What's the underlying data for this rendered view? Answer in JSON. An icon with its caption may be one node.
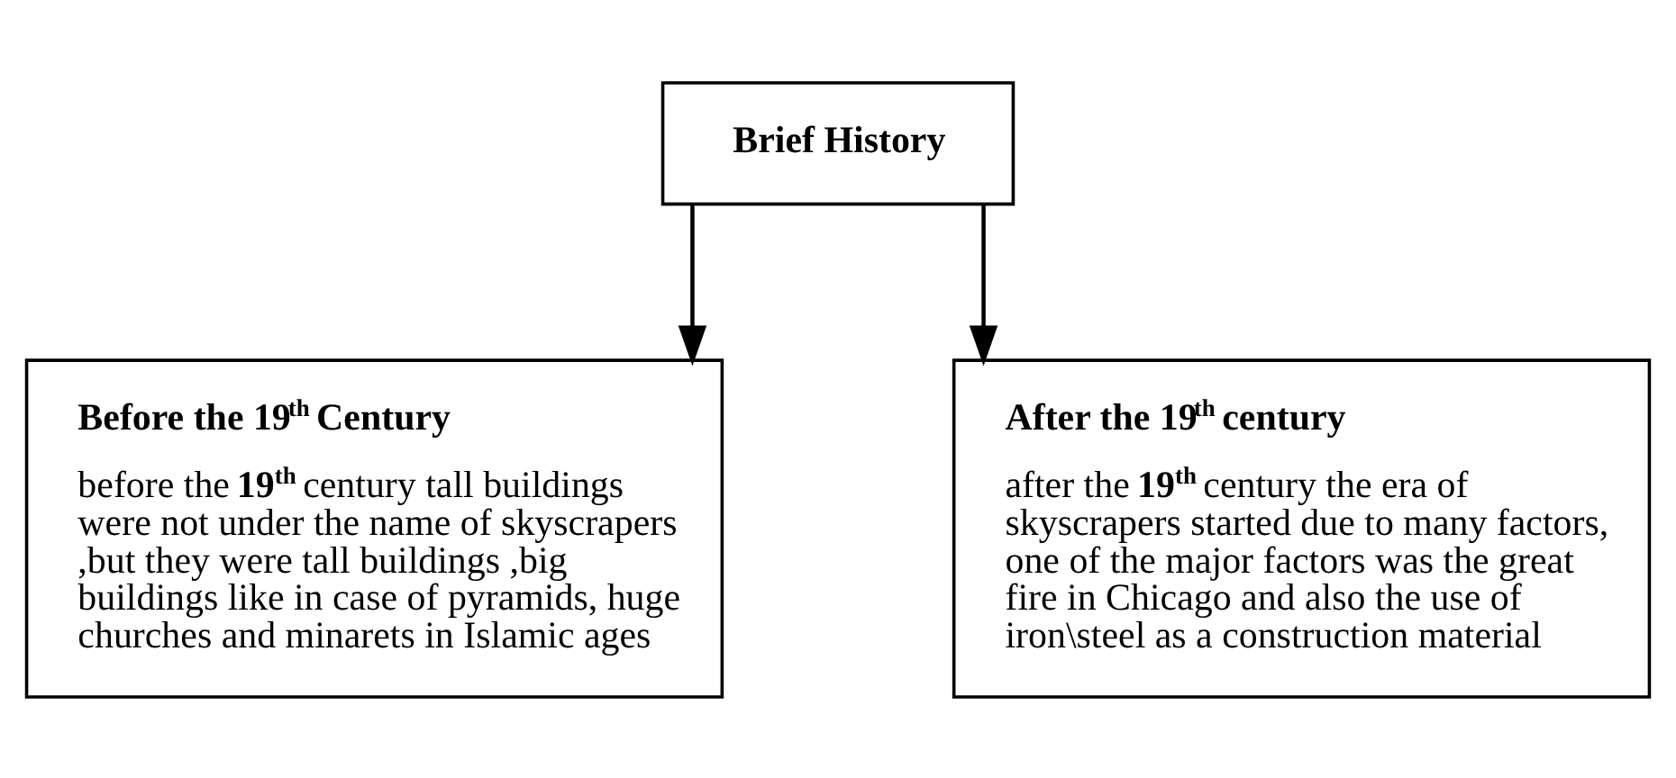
{
  "diagram": {
    "nodes": [
      {
        "text": [
          "Brief History"
        ]
      },
      {
        "text": [
          "Before the 19$^{th}$ Century",
          "before the **19$^{th}$** century tall buildings were not under the name of skyscrapers ,but they were tall buildings ,big buildings like in case of pyramids, huge churches and minarets in Islamic ages"
        ]
      },
      {
        "text": [
          "After the 19$^{th}$ century",
          "after the **19$^{th}$** century the era of skyscrapers started due to many factors, one of the major factors was the great fire in Chicago and also the use of iron\\steel as a construction material"
        ]
      }
    ],
    "edges": [
      {
        "from": 0,
        "to": 1,
        "arrow": "to"
      },
      {
        "from": 0,
        "to": 2,
        "arrow": "to"
      }
    ]
  }
}
